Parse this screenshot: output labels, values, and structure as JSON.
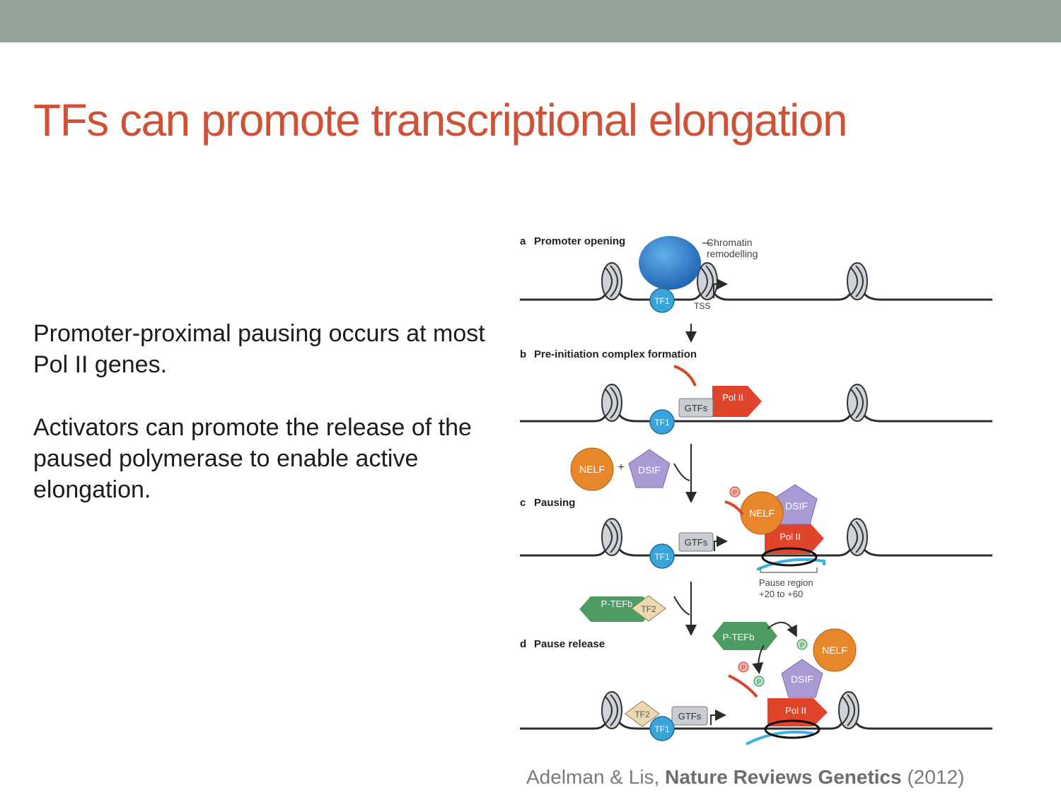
{
  "slide": {
    "title": "TFs can promote transcriptional elongation",
    "paragraphs": [
      "Promoter-proximal pausing occurs at most Pol II genes.",
      "Activators can promote the release of the paused polymerase to enable active elongation."
    ],
    "citation": {
      "authors": "Adelman & Lis,",
      "journal": "Nature Reviews Genetics",
      "year": "(2012)"
    }
  },
  "figure": {
    "panels": {
      "a": {
        "letter": "a",
        "label": "Promoter opening"
      },
      "b": {
        "letter": "b",
        "label": "Pre-initiation complex formation"
      },
      "c": {
        "letter": "c",
        "label": "Pausing"
      },
      "d": {
        "letter": "d",
        "label": "Pause release"
      }
    },
    "labels": {
      "chromatin1": "Chromatin",
      "chromatin2": "remodelling",
      "tss": "TSS",
      "tf1": "TF1",
      "tf2": "TF2",
      "gtfs": "GTFs",
      "pol2": "Pol II",
      "nelf": "NELF",
      "dsif": "DSIF",
      "plus": "+",
      "ptefb": "P-TEFb",
      "p": "P",
      "pause1": "Pause region",
      "pause2": "+20 to +60"
    },
    "colors": {
      "dna": "#2b2b2b",
      "tf1": "#3aa3d8",
      "remodeller": "#2b7fcf",
      "polII": "#e0452b",
      "gtfs": "#c9ccd0",
      "nelf": "#e8872a",
      "dsif": "#a99ad4",
      "ptefb": "#4e9b63",
      "tf2": "#ecd9b0",
      "rna": "#3cb0df"
    }
  }
}
